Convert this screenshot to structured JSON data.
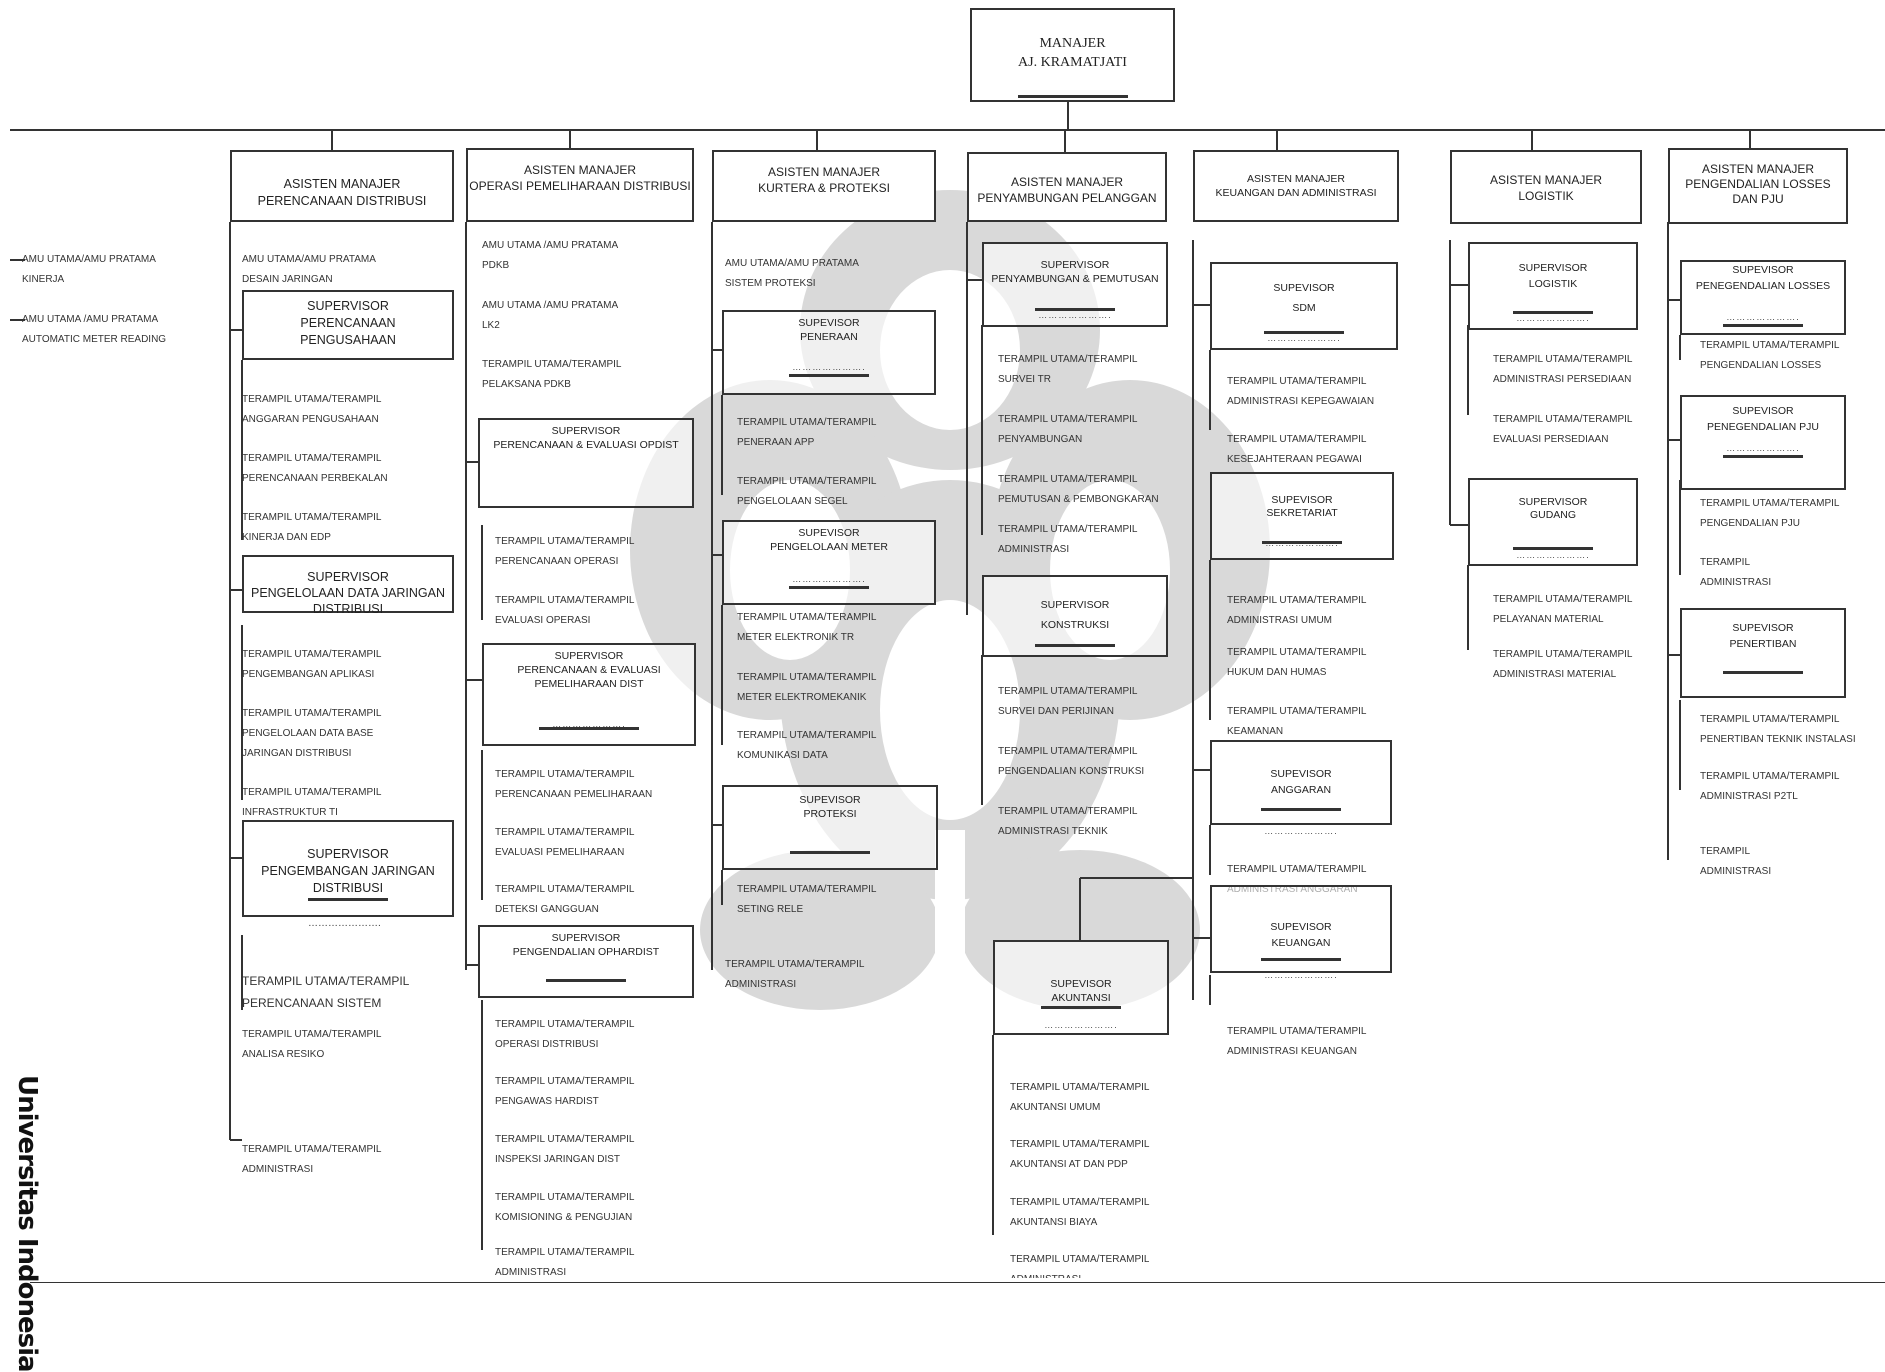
{
  "manager": {
    "line1": "MANAJER",
    "line2": "AJ. KRAMATJATI"
  },
  "left_staff": [
    "AMU UTAMA/AMU PRATAMA\nKINERJA",
    "AMU UTAMA /AMU PRATAMA\nAUTOMATIC METER READING"
  ],
  "col1": {
    "head": "ASISTEN MANAJER\nPERENCANAAN DISTRIBUSI",
    "staff": "AMU UTAMA/AMU PRATAMA\nDESAIN JARINGAN",
    "sup1": "SUPERVISOR\nPERENCANAAN\nPENGUSAHAAN",
    "items1": [
      "TERAMPIL UTAMA/TERAMPIL\nANGGARAN PENGUSAHAAN",
      "TERAMPIL UTAMA/TERAMPIL\nPERENCANAAN PERBEKALAN",
      "TERAMPIL UTAMA/TERAMPIL\nKINERJA DAN EDP"
    ],
    "sup2": "SUPERVISOR\nPENGELOLAAN DATA JARINGAN\nDISTRIBUSI",
    "items2": [
      "TERAMPIL UTAMA/TERAMPIL\nPENGEMBANGAN APLIKASI",
      "TERAMPIL UTAMA/TERAMPIL\nPENGELOLAAN DATA BASE\nJARINGAN DISTRIBUSI",
      "TERAMPIL UTAMA/TERAMPIL\nINFRASTRUKTUR TI"
    ],
    "sup3": "SUPERVISOR\nPENGEMBANGAN JARINGAN\nDISTRIBUSI",
    "items3": [
      "TERAMPIL UTAMA/TERAMPIL\nPERENCANAAN SISTEM",
      "TERAMPIL UTAMA/TERAMPIL\nANALISA RESIKO"
    ],
    "last": "TERAMPIL UTAMA/TERAMPIL\nADMINISTRASI"
  },
  "col2": {
    "head": "ASISTEN MANAJER\nOPERASI PEMELIHARAAN DISTRIBUSI",
    "staff": [
      "AMU UTAMA /AMU PRATAMA\nPDKB",
      "AMU UTAMA /AMU PRATAMA\nLK2",
      "TERAMPIL UTAMA/TERAMPIL\nPELAKSANA PDKB"
    ],
    "sup1": "SUPERVISOR\nPERENCANAAN & EVALUASI OPDIST",
    "items1": [
      "TERAMPIL UTAMA/TERAMPIL\nPERENCANAAN OPERASI",
      "TERAMPIL UTAMA/TERAMPIL\nEVALUASI OPERASI"
    ],
    "sup2": "SUPERVISOR\nPERENCANAAN & EVALUASI\nPEMELIHARAAN DIST",
    "items2": [
      "TERAMPIL UTAMA/TERAMPIL\nPERENCANAAN PEMELIHARAAN",
      "TERAMPIL UTAMA/TERAMPIL\nEVALUASI PEMELIHARAAN",
      "TERAMPIL UTAMA/TERAMPIL\nDETEKSI GANGGUAN"
    ],
    "sup3": "SUPERVISOR\nPENGENDALIAN OPHARDIST",
    "items3": [
      "TERAMPIL UTAMA/TERAMPIL\nOPERASI DISTRIBUSI",
      "TERAMPIL UTAMA/TERAMPIL\nPENGAWAS HARDIST",
      "TERAMPIL UTAMA/TERAMPIL\nINSPEKSI JARINGAN DIST",
      "TERAMPIL UTAMA/TERAMPIL\nKOMISIONING & PENGUJIAN",
      "TERAMPIL UTAMA/TERAMPIL\nADMINISTRASI"
    ]
  },
  "col3": {
    "head": "ASISTEN MANAJER\nKURTERA & PROTEKSI",
    "staff": "AMU UTAMA/AMU PRATAMA\nSISTEM PROTEKSI",
    "sup1": "SUPEVISOR\nPENERAAN",
    "items1": [
      "TERAMPIL UTAMA/TERAMPIL\nPENERAAN APP",
      "TERAMPIL UTAMA/TERAMPIL\nPENGELOLAAN SEGEL"
    ],
    "sup2": "SUPEVISOR\nPENGELOLAAN METER",
    "items2": [
      "TERAMPIL UTAMA/TERAMPIL\nMETER ELEKTRONIK TR",
      "TERAMPIL UTAMA/TERAMPIL\nMETER ELEKTROMEKANIK",
      "TERAMPIL UTAMA/TERAMPIL\nKOMUNIKASI DATA"
    ],
    "sup3": "SUPEVISOR\nPROTEKSI",
    "items3": [
      "TERAMPIL UTAMA/TERAMPIL\nSETING RELE"
    ],
    "last": "TERAMPIL UTAMA/TERAMPIL\nADMINISTRASI"
  },
  "col4": {
    "head": "ASISTEN MANAJER\nPENYAMBUNGAN PELANGGAN",
    "sup1": "SUPERVISOR\nPENYAMBUNGAN & PEMUTUSAN",
    "items1": [
      "TERAMPIL UTAMA/TERAMPIL\nSURVEI TR",
      "TERAMPIL UTAMA/TERAMPIL\nPENYAMBUNGAN",
      "TERAMPIL UTAMA/TERAMPIL\nPEMUTUSAN & PEMBONGKARAN",
      "TERAMPIL UTAMA/TERAMPIL\nADMINISTRASI"
    ],
    "sup2": "SUPERVISOR\nKONSTRUKSI",
    "items2": [
      "TERAMPIL UTAMA/TERAMPIL\nSURVEI DAN PERIJINAN",
      "TERAMPIL UTAMA/TERAMPIL\nPENGENDALIAN KONSTRUKSI",
      "TERAMPIL UTAMA/TERAMPIL\nADMINISTRASI TEKNIK"
    ],
    "sup3": "SUPEVISOR\nAKUNTANSI",
    "items3": [
      "TERAMPIL UTAMA/TERAMPIL\nAKUNTANSI UMUM",
      "TERAMPIL UTAMA/TERAMPIL\nAKUNTANSI AT DAN PDP",
      "TERAMPIL UTAMA/TERAMPIL\nAKUNTANSI BIAYA",
      "TERAMPIL UTAMA/TERAMPIL\nADMINISTRASI"
    ]
  },
  "col5": {
    "head": "ASISTEN MANAJER\nKEUANGAN DAN ADMINISTRASI",
    "sup1": "SUPEVISOR\nSDM",
    "items1": [
      "TERAMPIL UTAMA/TERAMPIL\nADMINISTRASI KEPEGAWAIAN",
      "TERAMPIL UTAMA/TERAMPIL\nKESEJAHTERAAN PEGAWAI"
    ],
    "sup2": "SUPEVISOR\nSEKRETARIAT",
    "items2": [
      "TERAMPIL UTAMA/TERAMPIL\nADMINISTRASI UMUM",
      "TERAMPIL UTAMA/TERAMPIL\nHUKUM DAN HUMAS",
      "TERAMPIL UTAMA/TERAMPIL\nKEAMANAN"
    ],
    "sup3": "SUPEVISOR\nANGGARAN",
    "items3": [
      "TERAMPIL UTAMA/TERAMPIL\nADMINISTRASI ANGGARAN"
    ],
    "sup4": "SUPEVISOR\nKEUANGAN",
    "items4": [
      "TERAMPIL UTAMA/TERAMPIL\nADMINISTRASI KEUANGAN"
    ]
  },
  "col6": {
    "head": "ASISTEN MANAJER\nLOGISTIK",
    "sup1": "SUPERVISOR\nLOGISTIK",
    "items1": [
      "TERAMPIL UTAMA/TERAMPIL\nADMINISTRASI PERSEDIAAN",
      "TERAMPIL UTAMA/TERAMPIL\nEVALUASI PERSEDIAAN"
    ],
    "sup2": "SUPERVISOR\nGUDANG",
    "items2": [
      "TERAMPIL UTAMA/TERAMPIL\nPELAYANAN MATERIAL",
      "TERAMPIL UTAMA/TERAMPIL\nADMINISTRASI MATERIAL"
    ]
  },
  "col7": {
    "head": "ASISTEN MANAJER\nPENGENDALIAN LOSSES\nDAN PJU",
    "sup1": "SUPEVISOR\nPENEGENDALIAN LOSSES",
    "items1": [
      "TERAMPIL                UTAMA/TERAMPIL\nPENGENDALIAN LOSSES"
    ],
    "sup2": "SUPEVISOR\nPENEGENDALIAN PJU",
    "items2": [
      "TERAMPIL                UTAMA/TERAMPIL\nPENGENDALIAN PJU",
      "TERAMPIL\nADMINISTRASI"
    ],
    "sup3": "SUPEVISOR\nPENERTIBAN",
    "items3": [
      "TERAMPIL                UTAMA/TERAMPIL\nPENERTIBAN TEKNIK INSTALASI",
      "TERAMPIL                UTAMA/TERAMPIL\nADMINISTRASI P2TL",
      "TERAMPIL\nADMINISTRASI"
    ]
  },
  "dots": "………………….",
  "side_text": "Universitas Indonesia"
}
